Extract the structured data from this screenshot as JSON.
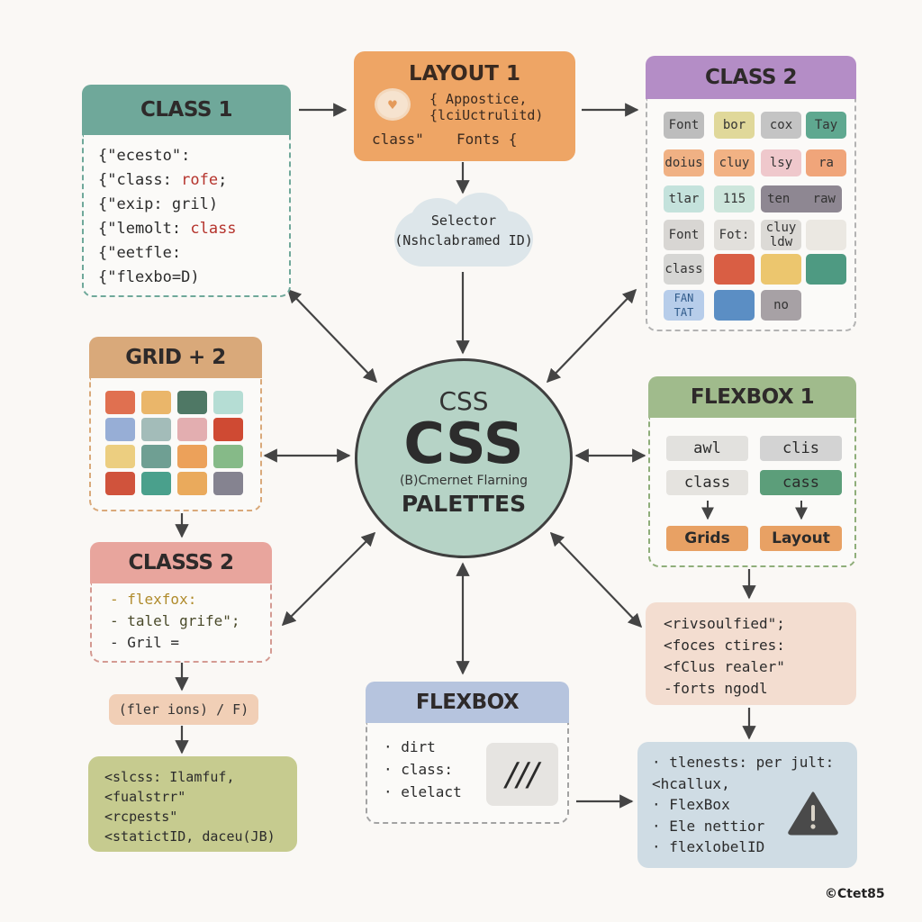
{
  "diagram": {
    "center": {
      "line1": "CSS",
      "line2": "CSS",
      "line3": "(B)Cmernet Flarning",
      "line4": "PALETTES",
      "color": "#b6d3c6"
    },
    "class1": {
      "title": "CLASS 1",
      "color": "#6fa89a",
      "lines": [
        {
          "prefix": "{\"ecesto\":",
          "accent": ""
        },
        {
          "prefix": "{\"class: ",
          "accent": "rofe",
          "suffix": ";"
        },
        {
          "prefix": "{\"exip: gril)",
          "accent": ""
        },
        {
          "prefix": "{\"lemolt: ",
          "accent": "class"
        },
        {
          "prefix": "{\"eetfle:",
          "accent": ""
        },
        {
          "prefix": "{\"flexbo=D)",
          "accent": ""
        }
      ]
    },
    "layout1": {
      "title": "LAYOUT 1",
      "color": "#eea565",
      "line1": "{ Appostice,",
      "line2": "{lciUctrulitd)",
      "label_left": "class\"",
      "label_right": "Fonts {",
      "icon": "flower-heart-icon"
    },
    "selector": {
      "line1": "Selector",
      "line2": "(Nshclabramed ID)"
    },
    "class2_top": {
      "title": "CLASS 2",
      "color": "#b48dc6",
      "chips": [
        {
          "label": "Font",
          "color": "#bdbdbd"
        },
        {
          "label": "bor",
          "color": "#e0d89a"
        },
        {
          "label": "cox",
          "color": "#c4c4c4"
        },
        {
          "label": "Tay",
          "color": "#5fa890"
        },
        {
          "label": "doius",
          "color": "#f0b184"
        },
        {
          "label": "cluy",
          "color": "#f2b284"
        },
        {
          "label": "lsy",
          "color": "#efc8cc"
        },
        {
          "label": "ra",
          "color": "#f0a57a"
        },
        {
          "label": "tlar",
          "color": "#c4e2dc"
        },
        {
          "label": "115",
          "color": "#cde6dc"
        },
        {
          "label": "ten   raw",
          "color": "#8e8792"
        },
        {
          "label": "Font",
          "color": "#d8d6d3"
        },
        {
          "label": "Fot:",
          "color": "#e2e0dc"
        },
        {
          "label": "cluy\nldw",
          "color": "#dcdad6"
        },
        {
          "label": "",
          "color": "#ebe8e2"
        },
        {
          "label": "class",
          "color": "#d6d6d4"
        },
        {
          "label": "",
          "color": "#d95e44"
        },
        {
          "label": "",
          "color": "#ecc66e"
        },
        {
          "label": "",
          "color": "#4e9a82"
        },
        {
          "label": "FAN\nTAT",
          "color": "#b7cdea"
        },
        {
          "label": "",
          "color": "#5b8ec4"
        },
        {
          "label": "no",
          "color": "#a7a1a5"
        }
      ]
    },
    "grid2": {
      "title": "GRID + 2",
      "color": "#d9a97a",
      "swatches": [
        "#e07050",
        "#eab66a",
        "#4f7865",
        "#b5ddd4",
        "#97aed6",
        "#a3bcb9",
        "#e3aeb0",
        "#cf4a33",
        "#ecce80",
        "#6f9f93",
        "#eca15a",
        "#86ba88",
        "#d0533c",
        "#4aa08c",
        "#eaaa5c",
        "#858390"
      ]
    },
    "flexbox1": {
      "title": "FLEXBOX 1",
      "color": "#a0bb8c",
      "chips": [
        {
          "label": "awl",
          "color": "#e2e1de"
        },
        {
          "label": "clis",
          "color": "#d3d3d3"
        },
        {
          "label": "class",
          "color": "#e5e3df"
        },
        {
          "label": "cass",
          "color": "#5c9e7a"
        },
        {
          "label": "Grids",
          "color": "#e8a164"
        },
        {
          "label": "Layout",
          "color": "#e8a164"
        }
      ]
    },
    "class2_left": {
      "title": "CLASSS 2",
      "color": "#e8a59d",
      "lines": [
        "- flexfox:",
        "- talel grife\";",
        "- Gril ="
      ]
    },
    "flex_pill": {
      "label": "(fler ions) / F)",
      "color": "#f1cfb6"
    },
    "green_box": {
      "color": "#c6cb8f",
      "lines": [
        "<slcss: Ilamfuf,",
        "<fualstrr\"",
        "<rcpests\"",
        "<statictID, daceu(JB)"
      ]
    },
    "flexbox_bottom": {
      "title": "FLEXBOX",
      "color": "#b6c4de",
      "lines": [
        "· dirt",
        "· class:",
        "· elelact"
      ],
      "icon_label": "///"
    },
    "peach_box": {
      "color": "#f3ddd0",
      "lines": [
        "<rivsoulfied\";",
        "<foces ctires:",
        "<fClus realer\"",
        "-forts ngodl"
      ]
    },
    "blue_box": {
      "color": "#cfdce4",
      "lines": [
        "· tlenests: per jult:",
        "<hcallux,",
        "· FlexBox",
        "· Ele nettior",
        "· flexlobelID"
      ],
      "icon": "warning-icon"
    },
    "copyright": "©Ctet85"
  }
}
